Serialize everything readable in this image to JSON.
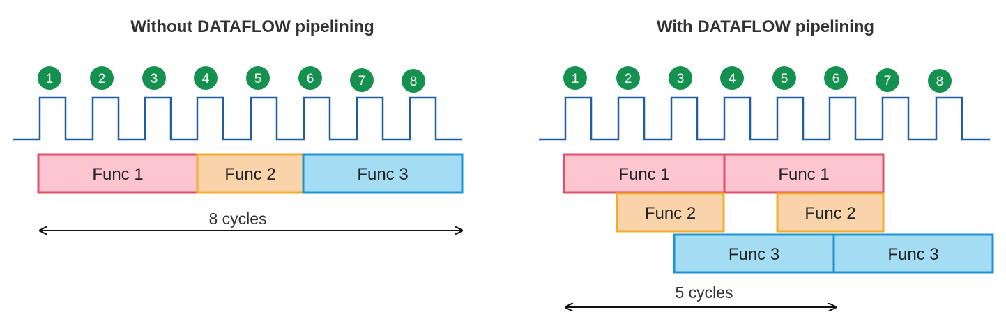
{
  "colors": {
    "badge": "#14904f",
    "clock": "#1f5fa0",
    "title_text": "#333333",
    "func1_fill": "#fcc5d0",
    "func1_stroke": "#e0506a",
    "func2_fill": "#f9d3aa",
    "func2_stroke": "#f0ad2e",
    "func3_fill": "#a4dcf4",
    "func3_stroke": "#1e93d3",
    "arrow": "#111111"
  },
  "panels": {
    "left": {
      "title": "Without DATAFLOW pipelining",
      "clock_numbers": [
        "1",
        "2",
        "3",
        "4",
        "5",
        "6",
        "7",
        "8"
      ],
      "blocks": [
        {
          "label": "Func 1",
          "kind": "func1"
        },
        {
          "label": "Func 2",
          "kind": "func2"
        },
        {
          "label": "Func 3",
          "kind": "func3"
        }
      ],
      "cycles_label": "8 cycles"
    },
    "right": {
      "title": "With DATAFLOW pipelining",
      "clock_numbers": [
        "1",
        "2",
        "3",
        "4",
        "5",
        "6",
        "7",
        "8"
      ],
      "blocks": [
        {
          "label": "Func 1",
          "kind": "func1"
        },
        {
          "label": "Func 1",
          "kind": "func1"
        },
        {
          "label": "Func 2",
          "kind": "func2"
        },
        {
          "label": "Func 2",
          "kind": "func2"
        },
        {
          "label": "Func 3",
          "kind": "func3"
        },
        {
          "label": "Func 3",
          "kind": "func3"
        }
      ],
      "cycles_label": "5 cycles"
    }
  }
}
